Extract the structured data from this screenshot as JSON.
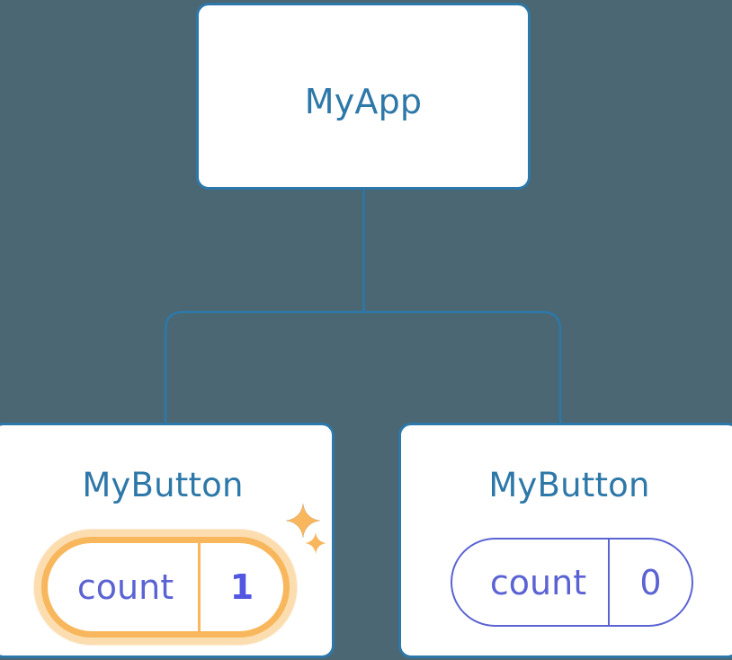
{
  "diagram": {
    "type": "component-tree",
    "background_color": "#4a6773",
    "connector_color": "#2d78a8"
  },
  "root": {
    "title": "MyApp",
    "border_color": "#2d78a8",
    "text_color": "#2d78a8"
  },
  "children": [
    {
      "title": "MyButton",
      "highlighted": true,
      "state": {
        "label": "count",
        "value": "1"
      },
      "accent_color": "#f8b75c",
      "glow_color": "#fbddb0",
      "value_color": "#5157e0",
      "label_color": "#5b63d3",
      "sparkles": [
        {
          "name": "sparkle-large-icon",
          "size": 36
        },
        {
          "name": "sparkle-small-icon",
          "size": 22
        }
      ]
    },
    {
      "title": "MyButton",
      "highlighted": false,
      "state": {
        "label": "count",
        "value": "0"
      },
      "accent_color": "#5b63d3",
      "value_color": "#5b63d3",
      "label_color": "#5b63d3"
    }
  ]
}
